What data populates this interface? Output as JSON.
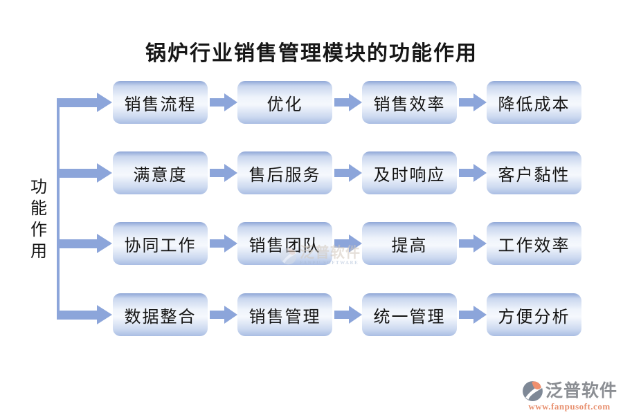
{
  "title": "锅炉行业销售管理模块的功能作用",
  "side_label": "功能作用",
  "rows": [
    {
      "cells": [
        "销售流程",
        "优化",
        "销售效率",
        "降低成本"
      ]
    },
    {
      "cells": [
        "满意度",
        "售后服务",
        "及时响应",
        "客户黏性"
      ]
    },
    {
      "cells": [
        "协同工作",
        "销售团队",
        "提高",
        "工作效率"
      ]
    },
    {
      "cells": [
        "数据整合",
        "销售管理",
        "统一管理",
        "方便分析"
      ]
    }
  ],
  "watermark": {
    "brand": "泛普软件",
    "subtext": "FANPU SOFTWARE"
  },
  "footer": {
    "brand": "泛普软件",
    "url": "www.fanpusoft.com"
  },
  "colors": {
    "arrow": "#8CA5DA",
    "salmon": "#E8906F",
    "brandgray": "#8B8E93",
    "logo-gray": "#7E8896",
    "logo-orange": "#EF8F6E"
  }
}
